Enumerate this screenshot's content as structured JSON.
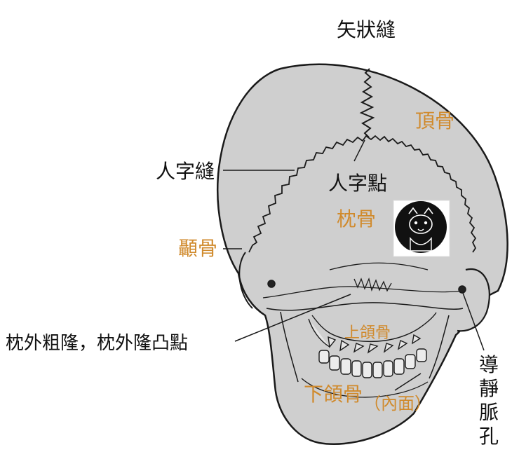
{
  "labels": {
    "sagittal_suture": "矢狀縫",
    "parietal_bone": "頂骨",
    "lambdoid_suture": "人字縫",
    "lambda_point": "人字點",
    "occipital_bone": "枕骨",
    "temporal_bone": "顳骨",
    "external_occipital_protuberance": "枕外粗隆，枕外隆凸點",
    "maxilla": "上頜骨",
    "mandible": "下頜骨",
    "mandible_note": "（內面）",
    "emissary_foramen": "導靜脈孔"
  },
  "watermark": {
    "kind": "hand-drawn logo of a cat-like figure in a black circle"
  },
  "colors": {
    "bone_fill": "#cfcfcf",
    "outline": "#1a1a1a",
    "label_black": "#111111",
    "label_orange": "#d08a2c"
  }
}
